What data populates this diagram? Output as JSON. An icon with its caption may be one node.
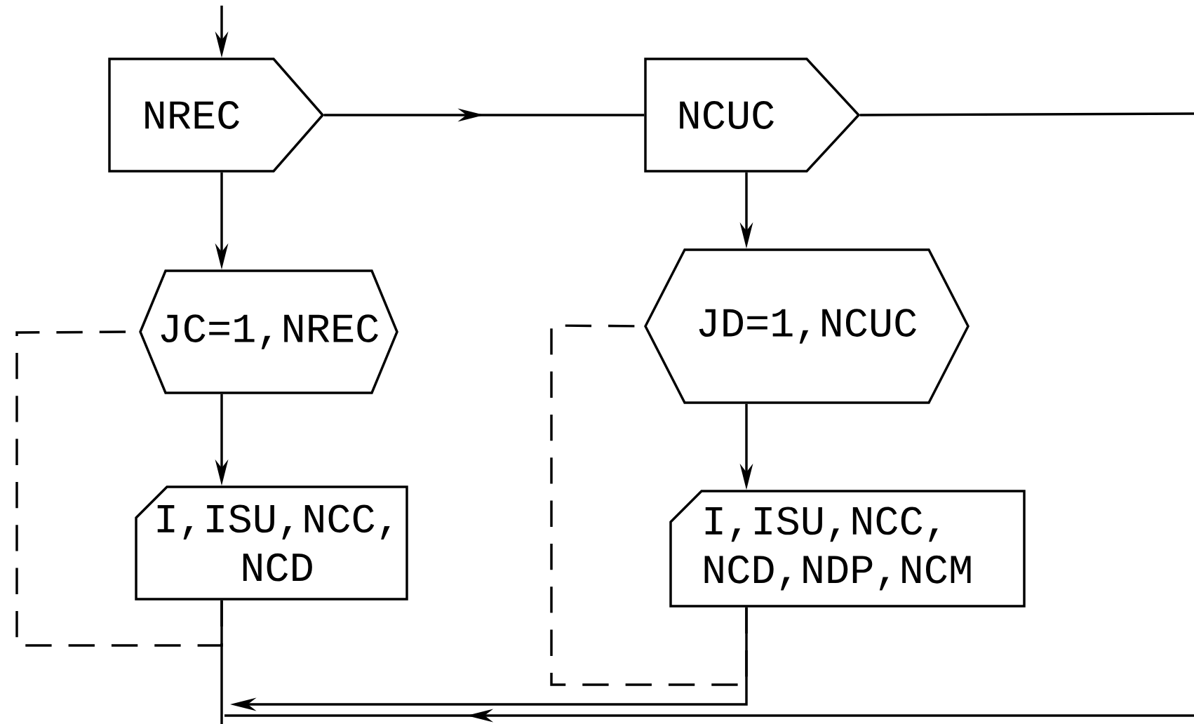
{
  "diagram": {
    "nodes": [
      {
        "text": [
          "NREC"
        ]
      },
      {
        "text": [
          "NCUC"
        ]
      },
      {
        "text": [
          "JC=1,NREC"
        ]
      },
      {
        "text": [
          "JD=1,NCUC"
        ]
      },
      {
        "text": [
          "I,ISU,NCC, NCD"
        ]
      },
      {
        "text": [
          "I,ISU,NCC, NCD,NDP,NCM"
        ]
      }
    ],
    "edges": [
      {
        "from": null,
        "to": 0,
        "arrow": "to"
      },
      {
        "from": 0,
        "to": 1,
        "arrow": "to"
      },
      {
        "from": 1,
        "to": null,
        "arrow": "none"
      },
      {
        "from": 0,
        "to": 2,
        "arrow": "to"
      },
      {
        "from": 2,
        "to": 4,
        "arrow": "to"
      },
      {
        "from": 1,
        "to": 3,
        "arrow": "to"
      },
      {
        "from": 3,
        "to": 5,
        "arrow": "to"
      },
      {
        "from": 4,
        "to": 2,
        "arrow": "none",
        "style": "dashed"
      },
      {
        "from": 5,
        "to": 3,
        "arrow": "none",
        "style": "dashed"
      },
      {
        "from": 5,
        "to": null,
        "arrow": "to"
      },
      {
        "from": 4,
        "to": null,
        "arrow": "none"
      }
    ]
  }
}
